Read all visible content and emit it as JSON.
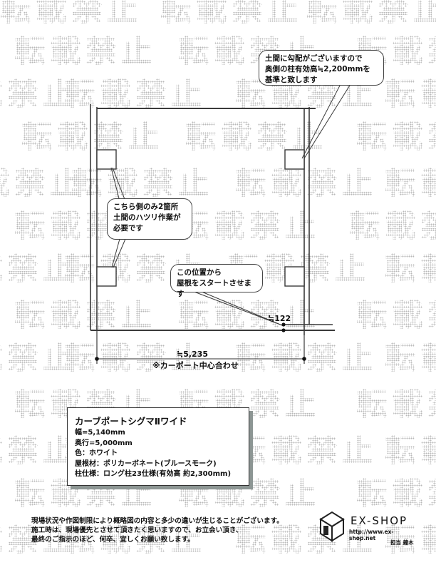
{
  "watermark": {
    "text": "転載禁止",
    "positions": [
      [
        0,
        -8
      ],
      [
        225,
        -8
      ],
      [
        430,
        -8
      ],
      [
        20,
        50
      ],
      [
        250,
        50
      ],
      [
        500,
        50
      ],
      [
        -90,
        110
      ],
      [
        90,
        110
      ],
      [
        330,
        110
      ],
      [
        540,
        110
      ],
      [
        30,
        170
      ],
      [
        260,
        170
      ],
      [
        500,
        170
      ],
      [
        -80,
        235
      ],
      [
        100,
        235
      ],
      [
        330,
        235
      ],
      [
        540,
        235
      ],
      [
        20,
        295
      ],
      [
        250,
        295
      ],
      [
        490,
        295
      ],
      [
        -90,
        355
      ],
      [
        90,
        355
      ],
      [
        320,
        355
      ],
      [
        540,
        355
      ],
      [
        20,
        420
      ],
      [
        250,
        420
      ],
      [
        500,
        420
      ],
      [
        -90,
        480
      ],
      [
        90,
        480
      ],
      [
        330,
        480
      ],
      [
        540,
        480
      ],
      [
        20,
        545
      ],
      [
        250,
        545
      ],
      [
        500,
        545
      ],
      [
        -90,
        610
      ],
      [
        90,
        610
      ],
      [
        330,
        610
      ],
      [
        540,
        610
      ],
      [
        20,
        670
      ],
      [
        250,
        670
      ],
      [
        500,
        670
      ],
      [
        -90,
        735
      ],
      [
        90,
        735
      ],
      [
        330,
        735
      ],
      [
        540,
        735
      ]
    ]
  },
  "callouts": {
    "top_right": {
      "lines": [
        "土間に勾配がございますので",
        "奥側の柱有効高≒2,200mmを",
        "基準と致します"
      ]
    },
    "left_middle": {
      "lines": [
        "こちら側のみ2箇所",
        "土間のハツリ作業が",
        "必要です"
      ]
    },
    "roof_start": {
      "lines": [
        "この位置から",
        "屋根をスタートさせます"
      ]
    }
  },
  "dimensions": {
    "offset": "≒122",
    "width": "≒5,235",
    "width_note": "※カーポート中心合わせ"
  },
  "spec": {
    "title": "カーブポートシグマⅡワイド",
    "lines": [
      "幅=5,140mm",
      "奥行=5,000mm",
      "色：ホワイト",
      "屋根材：ポリカーボネート(ブルースモーク)",
      "柱仕様：ロング柱23仕様(有効高 約2,300mm)"
    ]
  },
  "notes": {
    "lines": [
      "現場状況や作図制限により概略図の内容と多少の違いが生じることがございます。",
      "施工時は、現場優先とさせて頂きたく思いますので、お立会い頂き、",
      "最終のご指示のほど、何卒、宜しくお願い致します。"
    ]
  },
  "logo": {
    "brand": "EX-SHOP",
    "url": "http://www.ex-shop.net",
    "staff": "担当 鐘木"
  },
  "colors": {
    "line": "#3a3a3a",
    "shadow": "#8d9694",
    "watermark": "#b9b9b9"
  }
}
